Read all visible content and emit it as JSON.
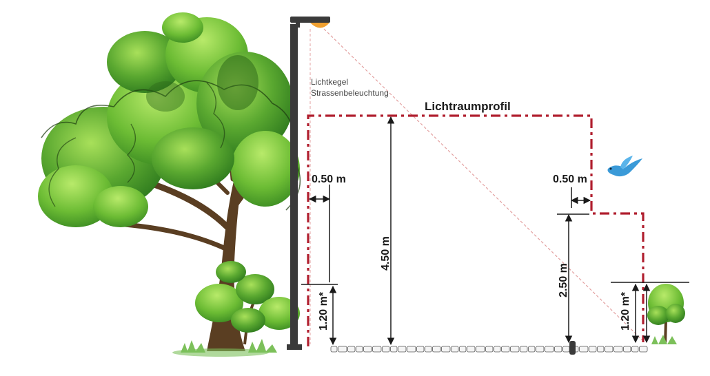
{
  "labels": {
    "title": "Lichtraumprofil",
    "light_cone_line1": "Lichtkegel",
    "light_cone_line2": "Strassenbeleuchtung",
    "dim_left_offset": "0.50 m",
    "dim_right_offset": "0.50 m",
    "dim_clear_height": "4.50 m",
    "dim_mid_height": "2.50 m",
    "dim_left_hedge": "1.20 m*",
    "dim_right_hedge": "1.20 m*"
  },
  "colors": {
    "profile_line": "#b01e2e",
    "light_cone": "#e3a0a0",
    "pole": "#3a3a3a",
    "lamp": "#f0a030",
    "foliage_dark": "#2e7a1e",
    "foliage_mid": "#5aa830",
    "foliage_light": "#8fd04a",
    "trunk": "#5a3e22",
    "bird": "#3a9ad8",
    "grass": "#7cc05a"
  },
  "icons": {
    "tree": "tree-icon",
    "bush": "bush-icon",
    "small_tree": "small-tree-icon",
    "bird": "bird-icon",
    "street_lamp": "street-lamp-icon"
  }
}
